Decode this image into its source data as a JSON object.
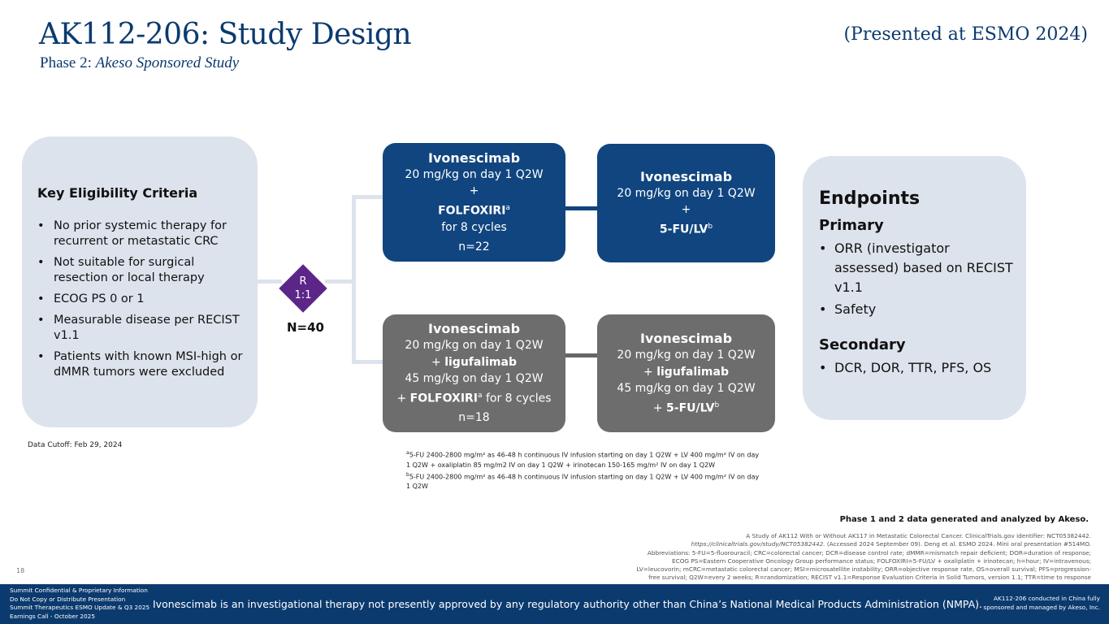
{
  "header": {
    "title": "AK112-206: Study Design",
    "subtitle_prefix": "Phase 2: ",
    "subtitle_italic": "Akeso Sponsored Study",
    "presented": "(Presented at ESMO 2024)"
  },
  "eligibility": {
    "heading": "Key Eligibility Criteria",
    "items": [
      "No prior systemic therapy for recurrent or metastatic CRC",
      "Not suitable for surgical resection or local therapy",
      "ECOG PS 0 or 1",
      "Measurable disease per RECIST v1.1",
      "Patients with known MSI-high or dMMR tumors were excluded"
    ]
  },
  "randomization": {
    "label_r": "R",
    "ratio": "1:1",
    "n": "N=40"
  },
  "arms": {
    "top_left": {
      "title": "Ivonescimab",
      "dose": "20 mg/kg on day 1 Q2W",
      "plus": "+",
      "drug": "FOLFOXIRI",
      "sup": "a",
      "cycles": "for 8 cycles",
      "n": "n=22"
    },
    "top_right": {
      "title": "Ivonescimab",
      "dose": "20 mg/kg on day 1 Q2W",
      "plus": "+",
      "drug": "5-FU/LV",
      "sup": "b"
    },
    "bottom_left": {
      "title": "Ivonescimab",
      "dose": "20 mg/kg on day 1 Q2W",
      "plus_drug_prefix": "+ ",
      "drug2": "ligufalimab",
      "dose2": "45 mg/kg on day 1 Q2W",
      "plus_prefix": "+ ",
      "drug3": "FOLFOXIRI",
      "sup": "a",
      "cycles": " for 8 cycles",
      "n": "n=18"
    },
    "bottom_right": {
      "title": "Ivonescimab",
      "dose": "20 mg/kg on day 1 Q2W",
      "plus_drug_prefix": "+ ",
      "drug2": "ligufalimab",
      "dose2": "45 mg/kg on day 1 Q2W",
      "plus_prefix": "+ ",
      "drug3": "5-FU/LV",
      "sup": "b"
    }
  },
  "endpoints": {
    "heading": "Endpoints",
    "primary_label": "Primary",
    "primary": [
      "ORR (investigator assessed) based on RECIST v1.1",
      "Safety"
    ],
    "secondary_label": "Secondary",
    "secondary": [
      "DCR, DOR,  TTR, PFS, OS"
    ]
  },
  "cutoff": "Data Cutoff: Feb 29, 2024",
  "footnotes": {
    "a_sup": "a",
    "a_text": "5-FU 2400-2800 mg/m² as 46-48 h continuous IV infusion starting on day 1 Q2W + LV 400 mg/m² IV on day 1 Q2W + oxaliplatin 85 mg/m2 IV on day 1 Q2W + irinotecan 150-165 mg/m² IV on day 1 Q2W",
    "b_sup": "b",
    "b_text": "5-FU 2400-2800 mg/m² as 46-48 h continuous IV infusion starting on day 1 Q2W + LV 400 mg/m² IV on day 1 Q2W"
  },
  "phase_note": "Phase 1 and 2 data generated and analyzed by Akeso.",
  "references": {
    "line1": "A Study of AK112 With or Without AK117 in Metastatic Colorectal Cancer. ClinicalTrials.gov identifier: NCT05382442.",
    "line2_url": "https://clinicaltrials.gov/study/NCT05382442.",
    "line2_rest": " (Accessed 2024 September 09). Deng et al. ESMO 2024. Mini oral presentation #514MO.",
    "line3": "Abbreviations: 5-FU=5-fluorouracil; CRC=colorectal cancer; DCR=disease control rate; dMMR=mismatch repair deficient; DOR=duration of response;",
    "line4": "ECOG PS=Eastern Cooperative Oncology Group performance status; FOLFOXIRI=5-FU/LV + oxaliplatin + irinotecan; h=hour; IV=intravenous;",
    "line5": "LV=leucovorin; mCRC=metastatic colorectal cancer; MSI=microsatellite instability; ORR=objective response rate, OS=overall survival; PFS=progression-",
    "line6": "free survival; Q2W=every 2 weeks; R=randomization; RECIST v1.1=Response Evaluation Criteria in Solid Tumors, version 1.1; TTR=time to response"
  },
  "page_number": "18",
  "footer": {
    "conf1": "Summit Confidential & Proprietary Information",
    "conf2": "Do Not Copy or Distribute Presentation",
    "conf3": "Summit Therapeutics ESMO Update & Q3 2025",
    "conf4": "Earnings Call - October 2025",
    "disclaimer": "Ivonescimab is an investigational therapy not presently approved by any regulatory authority other than China’s National Medical Products Administration (NMPA).",
    "right1": "AK112-206 conducted in China fully",
    "right2": "sponsored and managed by Akeso, Inc."
  },
  "colors": {
    "navy": "#0b3a6e",
    "arm_blue": "#10457f",
    "arm_gray": "#6d6d6d",
    "purple": "#5b2688",
    "panel": "#dde3ec"
  }
}
